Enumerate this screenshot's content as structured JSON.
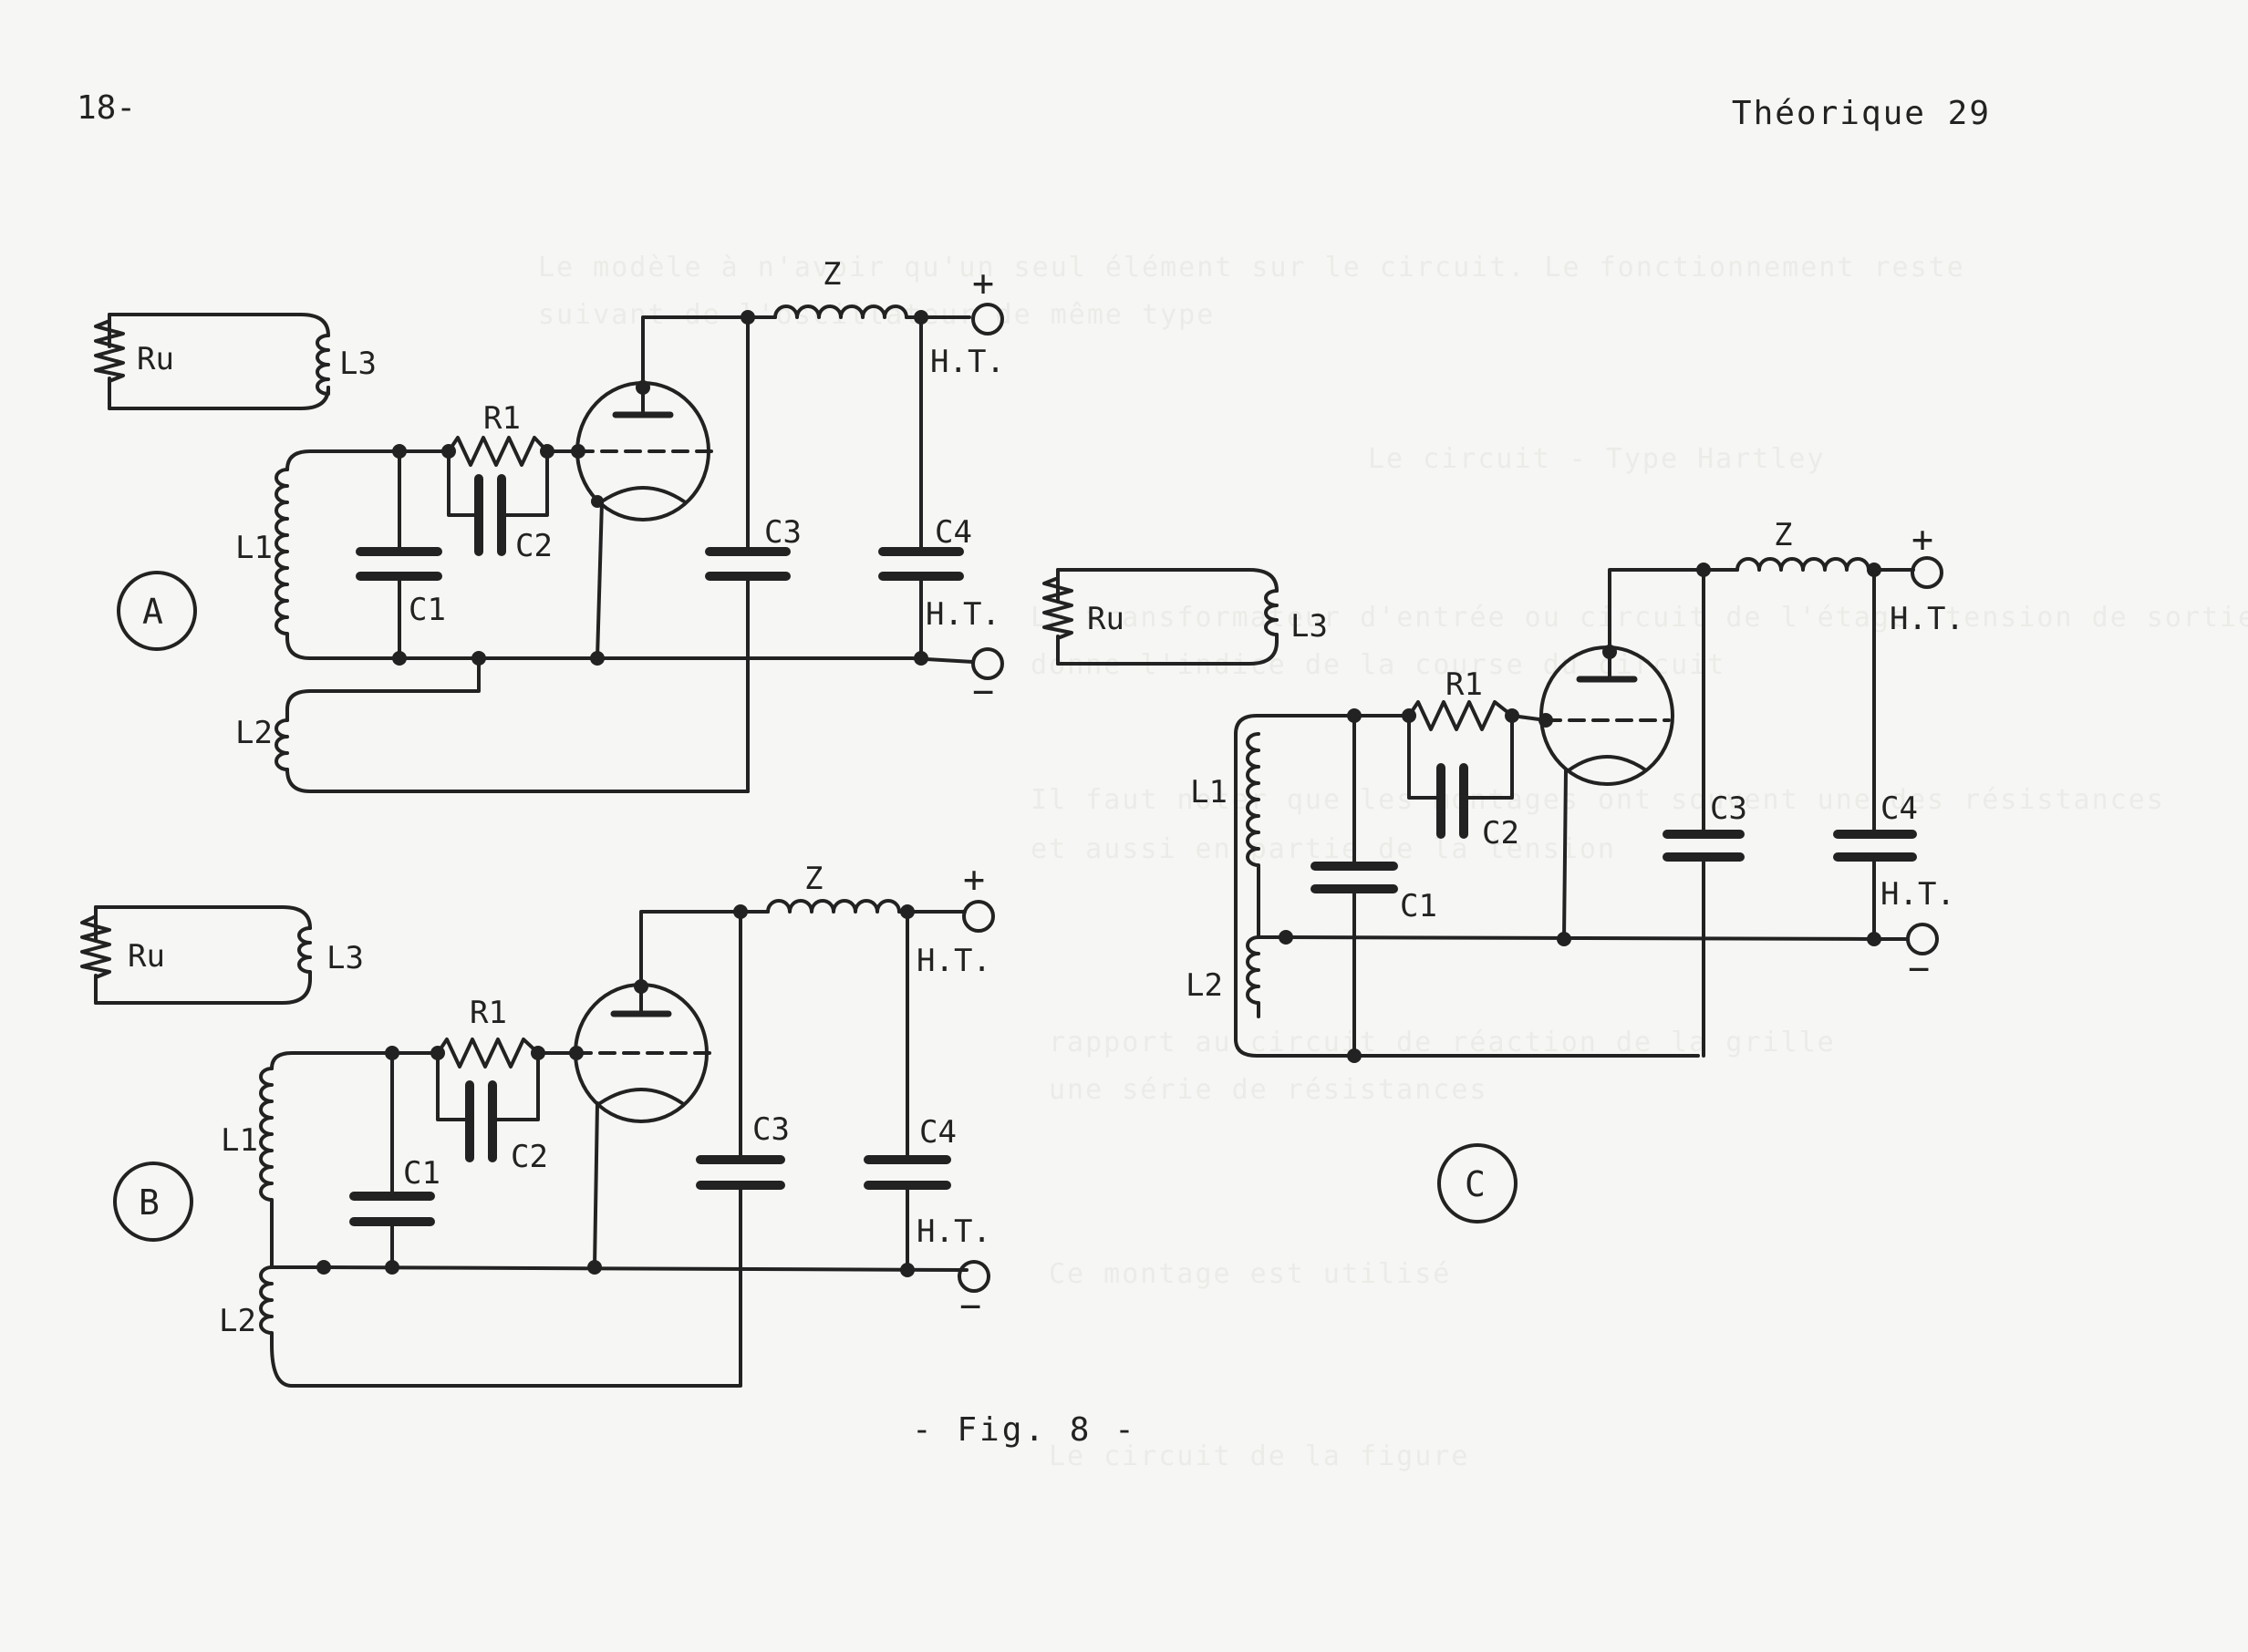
{
  "header": {
    "page_number": "18-",
    "section_title": "Théorique 29"
  },
  "bleed_through": [
    "Le modèle à n'avoir qu'un seul élément sur le circuit. Le fonctionnement reste",
    "suivant de l'oscillateur de même type",
    "Le circuit - Type Hartley",
    "Le transformateur d'entrée ou circuit de l'étage, tension de sortie",
    "donne l'indice de la course du circuit",
    "Il faut noter que les montages ont souvent une des résistances",
    "et aussi en partie de la tension",
    "rapport au circuit de réaction de la grille",
    "une série de résistances",
    "Ce montage est utilisé",
    "Le circuit de la figure"
  ],
  "figure": {
    "caption": "- Fig. 8 -",
    "circuits": [
      {
        "id": "A",
        "label": "A",
        "components": {
          "load": "Ru",
          "coupling_coil": "L3",
          "tank_coil": "L1",
          "feedback_coil": "L2",
          "tank_capacitor": "C1",
          "grid_resistor": "R1",
          "grid_capacitor": "C2",
          "choke": "Z",
          "bypass_capacitor": "C3",
          "supply_capacitor": "C4"
        },
        "terminals": {
          "positive": "+",
          "negative": "−",
          "ht_positive": "H.T.",
          "ht_negative": "H.T."
        }
      },
      {
        "id": "B",
        "label": "B",
        "components": {
          "load": "Ru",
          "coupling_coil": "L3",
          "tank_coil": "L1",
          "feedback_coil": "L2",
          "tank_capacitor": "C1",
          "grid_resistor": "R1",
          "grid_capacitor": "C2",
          "choke": "Z",
          "bypass_capacitor": "C3",
          "supply_capacitor": "C4"
        },
        "terminals": {
          "positive": "+",
          "negative": "−",
          "ht_positive": "H.T.",
          "ht_negative": "H.T."
        }
      },
      {
        "id": "C",
        "label": "C",
        "components": {
          "load": "Ru",
          "coupling_coil": "L3",
          "tank_coil": "L1",
          "feedback_coil": "L2",
          "tank_capacitor": "C1",
          "grid_resistor": "R1",
          "grid_capacitor": "C2",
          "choke": "Z",
          "bypass_capacitor": "C3",
          "supply_capacitor": "C4"
        },
        "terminals": {
          "positive": "+",
          "negative": "−",
          "ht_positive": "H.T.",
          "ht_negative": "H.T."
        }
      }
    ]
  },
  "colors": {
    "ink": "#222222",
    "paper": "#f6f6f4"
  }
}
